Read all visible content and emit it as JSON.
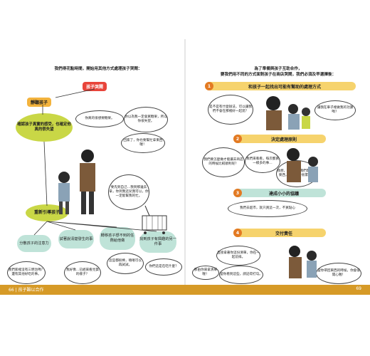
{
  "footer": {
    "left": "66 | 孩子難以合作",
    "right": "69"
  },
  "left_page": {
    "intro": "我們得花點時間，開始用其他方式處理孩子哭鬧：",
    "tag_top": "孩子哭鬧",
    "tag_listen": "靜聽孩子",
    "blob_confirm": "確認孩子真實的感受，也確定他真的很失望",
    "blob_redirect": "重新引導孩子",
    "options": [
      "分散孩子的注意力",
      "試著說清楚發生的事",
      "轉移孩子想不到的任務給他做",
      "找到孩子有興趣的另一件事"
    ],
    "bubbles": [
      "你真的很想要糖果。",
      "你以為我一定會買糖果，所以你很失望。",
      "回家了，你也要幫忙拿東西喔！",
      "要先到自己…我到那邊去拿，你到我這兒我可以，你一定能幫我的忙。",
      "我們家裡沒有三明治嗎？還有其他好吃的事。",
      "我好像…已經來看見貨的樣子？",
      "這些都很棒，嘻嘻可以再試試。",
      "你們這是在吃什麼？"
    ]
  },
  "right_page": {
    "intro": "為了準備與孩子互助合作，\n要我們用不同的方式面對孩子在商店哭鬧，我們必須及早選擇後：",
    "steps": [
      {
        "num": "1",
        "label": "和孩子一起找出可能有幫助的處理方式",
        "color": "#f6d36d"
      },
      {
        "num": "2",
        "label": "決定處理原則",
        "color": "#f6d36d"
      },
      {
        "num": "3",
        "label": "達成小小的協議",
        "color": "#bfe3d8"
      },
      {
        "num": "4",
        "label": "交付責任",
        "color": "#f6d36d"
      }
    ],
    "bubbles": [
      "是不是有什麼辦法，可以讓我們不會在那裡好一起逛？",
      "讓我在車子裡做我的功課嗎？",
      "我們要怎麼做才能讓去商店的時候比較順利呢？",
      "我們來看看，每次都買一樣多的事…",
      "我想，可以只買我們需要的東西，不然我會很累的…",
      "我們去超市，就只買這一次，不買點心",
      "直接拿著你這份清單，你在一起前排。",
      "那由你來拿清單喔！",
      "當你看到這些，請記得打勾。",
      "當你帶回東西的時候，你會很開心喔！"
    ]
  }
}
